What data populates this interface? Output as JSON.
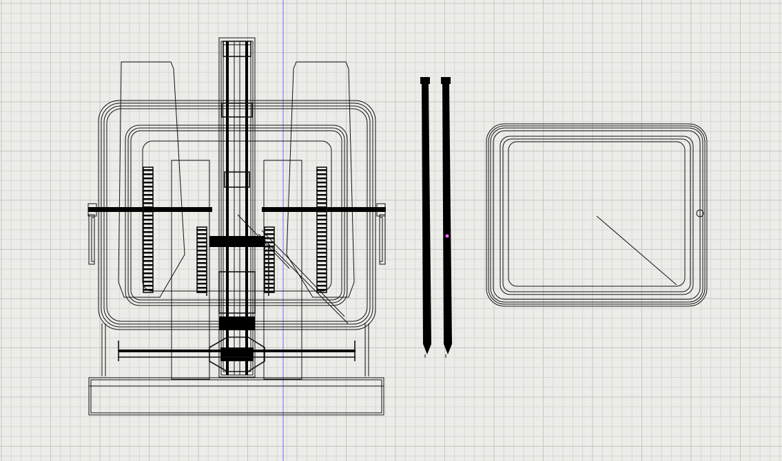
{
  "app": {
    "view": "wireframe",
    "background_color": "#ecece8",
    "grid_color": "#d8d8d2",
    "axis_color": "#6a6aff",
    "line_color": "#111111"
  },
  "canvas": {
    "objects": [
      "front-assembly-drawing",
      "side-rail-left",
      "side-rail-right",
      "panel-top-view"
    ]
  }
}
